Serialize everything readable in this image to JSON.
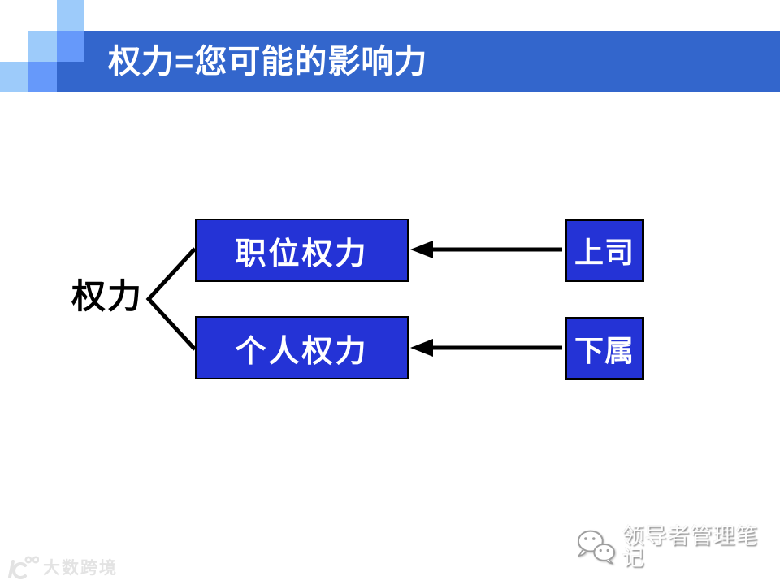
{
  "slide": {
    "title": "权力=您可能的影响力"
  },
  "diagram": {
    "root_label": "权力",
    "nodes": [
      {
        "id": "position-power",
        "label": "职位权力"
      },
      {
        "id": "personal-power",
        "label": "个人权力"
      },
      {
        "id": "superior",
        "label": "上司"
      },
      {
        "id": "subordinate",
        "label": "下属"
      }
    ],
    "relations": [
      "权力 分为 职位权力",
      "权力 分为 个人权力",
      "上司 → 职位权力",
      "下属 → 个人权力"
    ]
  },
  "footer": {
    "watermark_text": "大数跨境",
    "brand_text": "领导者管理笔记"
  },
  "colors": {
    "title_bar_blue": "#3366cc",
    "node_fill_blue": "#2433d6",
    "deco_light_blue": "#9dcbfa",
    "deco_medium_blue": "#6699fa",
    "connector_black": "#000000",
    "text_on_blue": "#ffffff",
    "watermark_gray": "#e3e3e3"
  }
}
